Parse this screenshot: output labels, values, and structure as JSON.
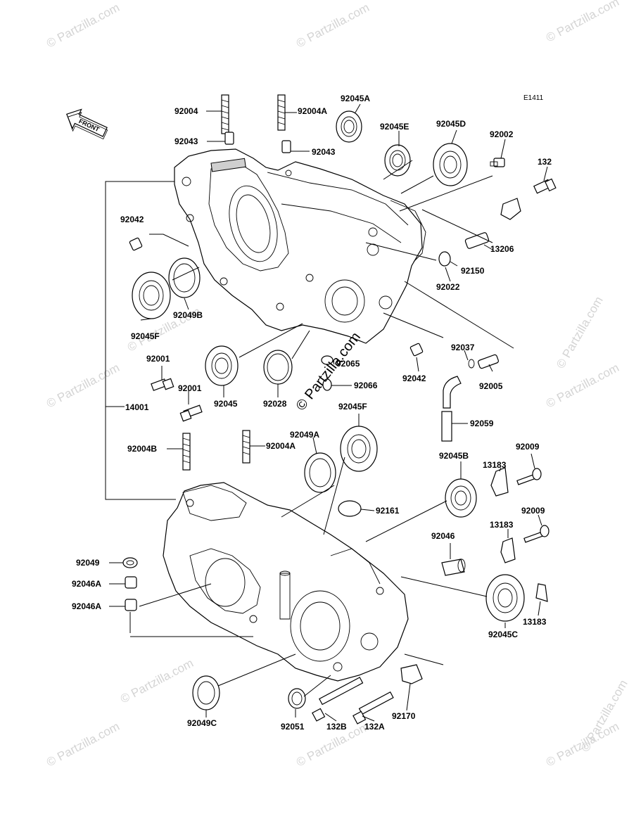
{
  "diagram_code": "E1411",
  "front_label": "FRONT",
  "watermark": "© Partzilla.com",
  "center_watermark": "© Partzilla.com",
  "labels": {
    "p92004": "92004",
    "p92004A_top": "92004A",
    "p92045A": "92045A",
    "p92043_left": "92043",
    "p92043_right": "92043",
    "p92045E": "92045E",
    "p92045D": "92045D",
    "p92002": "92002",
    "p132": "132",
    "p92042_upper": "92042",
    "p13206": "13206",
    "p92150": "92150",
    "p92022": "92022",
    "p92049B": "92049B",
    "p92045F_upper": "92045F",
    "p92001_a": "92001",
    "p92001_b": "92001",
    "p14001": "14001",
    "p92045": "92045",
    "p92028": "92028",
    "p92065": "92065",
    "p92066": "92066",
    "p92042_lower": "92042",
    "p92037": "92037",
    "p92005": "92005",
    "p92059": "92059",
    "p92045F_lower": "92045F",
    "p92049A": "92049A",
    "p92004B": "92004B",
    "p92004A_bottom": "92004A",
    "p92045B": "92045B",
    "p92009_a": "92009",
    "p13183_a": "13183",
    "p92161": "92161",
    "p92009_b": "92009",
    "p13183_b": "13183",
    "p92046": "92046",
    "p92049": "92049",
    "p92046A_a": "92046A",
    "p92046A_b": "92046A",
    "p92045C": "92045C",
    "p13183_c": "13183",
    "p92049C": "92049C",
    "p92051": "92051",
    "p132B": "132B",
    "p132A": "132A",
    "p92170": "92170"
  }
}
